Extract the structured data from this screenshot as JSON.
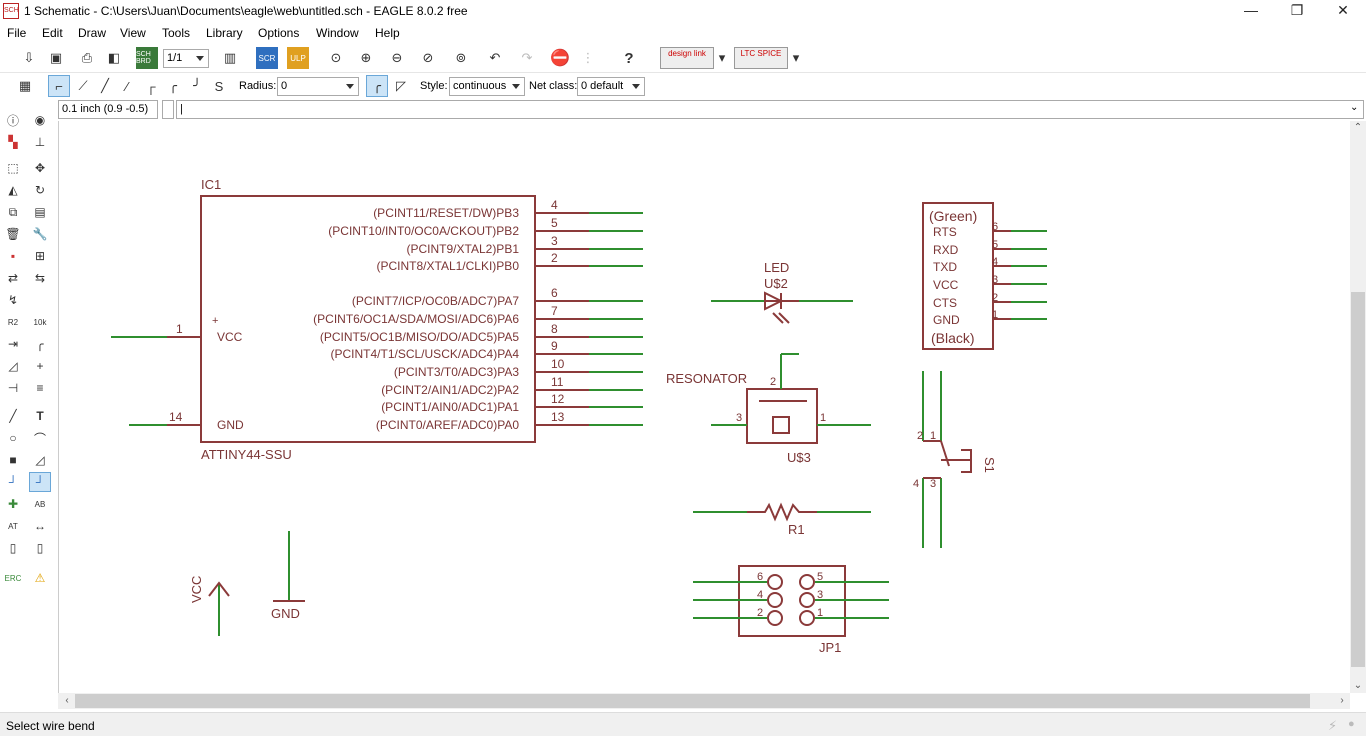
{
  "window": {
    "title": "1 Schematic - C:\\Users\\Juan\\Documents\\eagle\\web\\untitled.sch - EAGLE 8.0.2 free",
    "app_icon": "SCH",
    "minimize": "—",
    "maximize": "❐",
    "close": "✕"
  },
  "menu": [
    "File",
    "Edit",
    "Draw",
    "View",
    "Tools",
    "Library",
    "Options",
    "Window",
    "Help"
  ],
  "toolbar": {
    "sheet_select": "1/1",
    "radius_label": "Radius:",
    "radius_value": "0",
    "style_label": "Style:",
    "style_value": "continuous",
    "netclass_label": "Net class:",
    "netclass_value": "0 default",
    "designlink": "design link",
    "ltspice": "LTC SPICE",
    "sch_brd": "SCH BRD",
    "scr": "SCR",
    "ulp": "ULP"
  },
  "command": {
    "coordinate": "0.1 inch (0.9 -0.5)",
    "value": "|"
  },
  "status": "Select wire bend",
  "colors": {
    "part": "#8b3a3a",
    "net": "#2f8f2f",
    "text": "#7a3535",
    "accent": "#cc0000"
  },
  "schematic": {
    "ic1": {
      "name": "IC1",
      "value": "ATTINY44-SSU",
      "vcc": "VCC",
      "gnd": "GND",
      "vcc_pin": "1",
      "gnd_pin": "14",
      "pins": [
        {
          "label": "(PCINT11/RESET/DW)PB3",
          "num": "4"
        },
        {
          "label": "(PCINT10/INT0/OC0A/CKOUT)PB2",
          "num": "5"
        },
        {
          "label": "(PCINT9/XTAL2)PB1",
          "num": "3"
        },
        {
          "label": "(PCINT8/XTAL1/CLKI)PB0",
          "num": "2"
        },
        {
          "label": "(PCINT7/ICP/OC0B/ADC7)PA7",
          "num": "6"
        },
        {
          "label": "(PCINT6/OC1A/SDA/MOSI/ADC6)PA6",
          "num": "7"
        },
        {
          "label": "(PCINT5/OC1B/MISO/DO/ADC5)PA5",
          "num": "8"
        },
        {
          "label": "(PCINT4/T1/SCL/USCK/ADC4)PA4",
          "num": "9"
        },
        {
          "label": "(PCINT3/T0/ADC3)PA3",
          "num": "10"
        },
        {
          "label": "(PCINT2/AIN1/ADC2)PA2",
          "num": "11"
        },
        {
          "label": "(PCINT1/AIN0/ADC1)PA1",
          "num": "12"
        },
        {
          "label": "(PCINT0/AREF/ADC0)PA0",
          "num": "13"
        }
      ]
    },
    "led": {
      "value": "LED",
      "name": "U$2"
    },
    "resonator": {
      "value": "RESONATOR",
      "name": "U$3",
      "pin_left": "3",
      "pin_right": "1",
      "pin_top": "2"
    },
    "r1": {
      "name": "R1"
    },
    "ftdi": {
      "top": "(Green)",
      "bottom": "(Black)",
      "pins": [
        {
          "label": "RTS",
          "num": "6"
        },
        {
          "label": "RXD",
          "num": "5"
        },
        {
          "label": "TXD",
          "num": "4"
        },
        {
          "label": "VCC",
          "num": "3"
        },
        {
          "label": "CTS",
          "num": "2"
        },
        {
          "label": "GND",
          "num": "1"
        }
      ]
    },
    "s1": {
      "name": "S1",
      "pins": [
        "2",
        "1",
        "4",
        "3"
      ]
    },
    "jp1": {
      "name": "JP1",
      "left_pins": [
        "6",
        "4",
        "2"
      ],
      "right_pins": [
        "5",
        "3",
        "1"
      ]
    },
    "vcc_symbol": "VCC",
    "gnd_symbol": "GND"
  }
}
